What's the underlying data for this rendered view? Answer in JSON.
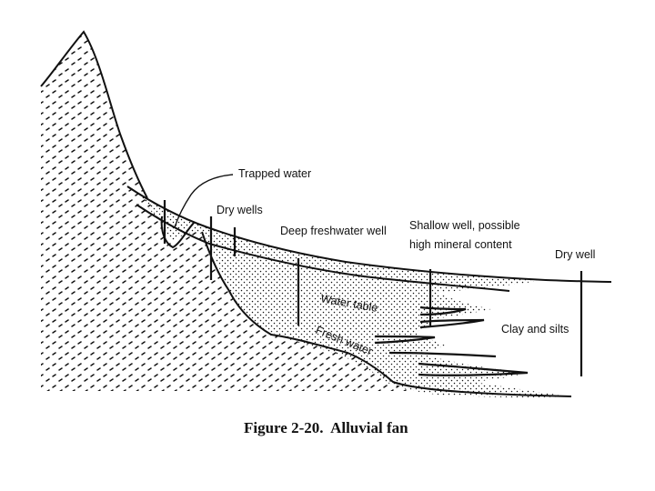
{
  "diagram": {
    "labels": {
      "trapped_water": "Trapped water",
      "dry_wells": "Dry wells",
      "deep_freshwater_well": "Deep freshwater well",
      "shallow_well_line1": "Shallow well, possible",
      "shallow_well_line2": "high mineral content",
      "dry_well": "Dry well",
      "water_table": "Water table",
      "fresh_water": "Fresh water",
      "clay_and_silts": "Clay and silts"
    },
    "caption": "Figure 2-20.  Alluvial fan",
    "colors": {
      "ink": "#111111",
      "background": "#ffffff"
    }
  }
}
